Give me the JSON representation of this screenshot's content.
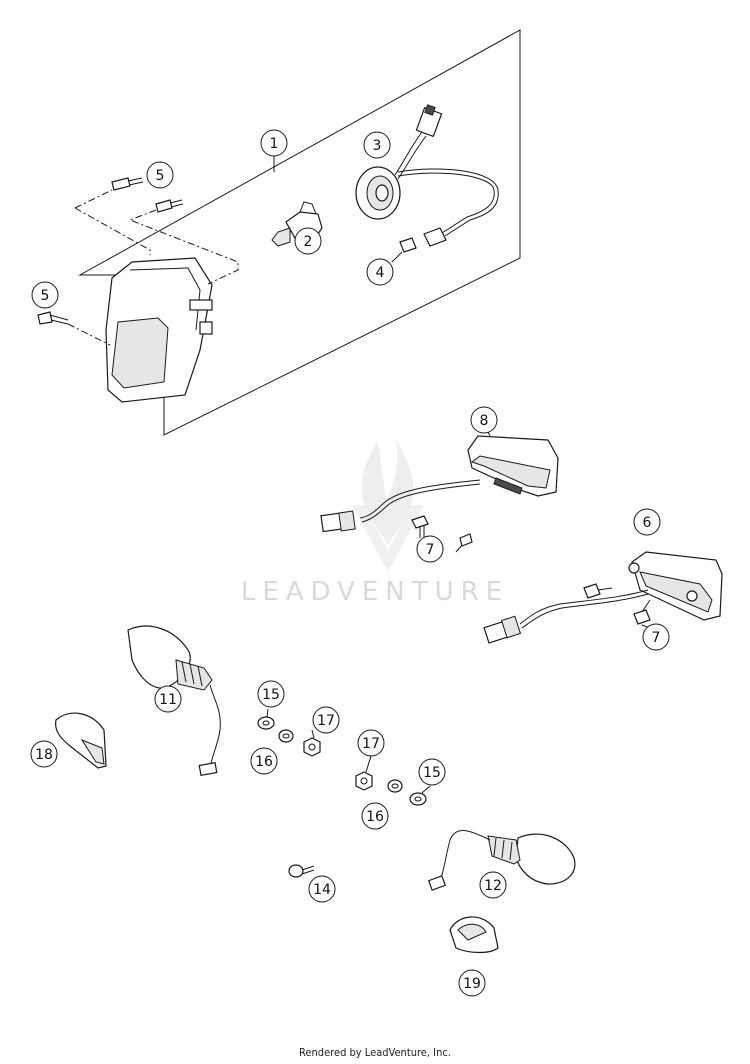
{
  "diagram": {
    "callouts": [
      {
        "id": "c1",
        "label": "1"
      },
      {
        "id": "c2",
        "label": "2"
      },
      {
        "id": "c3",
        "label": "3"
      },
      {
        "id": "c4",
        "label": "4"
      },
      {
        "id": "c5a",
        "label": "5"
      },
      {
        "id": "c5b",
        "label": "5"
      },
      {
        "id": "c6",
        "label": "6"
      },
      {
        "id": "c7a",
        "label": "7"
      },
      {
        "id": "c7b",
        "label": "7"
      },
      {
        "id": "c8",
        "label": "8"
      },
      {
        "id": "c11",
        "label": "11"
      },
      {
        "id": "c12",
        "label": "12"
      },
      {
        "id": "c14",
        "label": "14"
      },
      {
        "id": "c15a",
        "label": "15"
      },
      {
        "id": "c15b",
        "label": "15"
      },
      {
        "id": "c16a",
        "label": "16"
      },
      {
        "id": "c16b",
        "label": "16"
      },
      {
        "id": "c17a",
        "label": "17"
      },
      {
        "id": "c17b",
        "label": "17"
      },
      {
        "id": "c18",
        "label": "18"
      },
      {
        "id": "c19",
        "label": "19"
      }
    ]
  },
  "watermark": {
    "text": "LEADVENTURE"
  },
  "footer": {
    "text": "Rendered by LeadVenture, Inc."
  }
}
